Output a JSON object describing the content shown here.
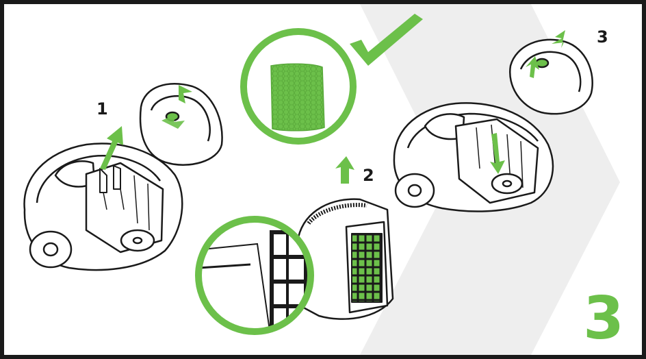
{
  "steps": {
    "step1": "1",
    "step2": "2",
    "step3": "3"
  },
  "page_number": "3",
  "colors": {
    "accent": "#6cc04a",
    "ink": "#1a1a1a",
    "chevron": "#eeeeee"
  },
  "icons": [
    "checkmark-icon",
    "up-arrow-icon",
    "down-arrow-icon",
    "left-arrow-icon"
  ]
}
